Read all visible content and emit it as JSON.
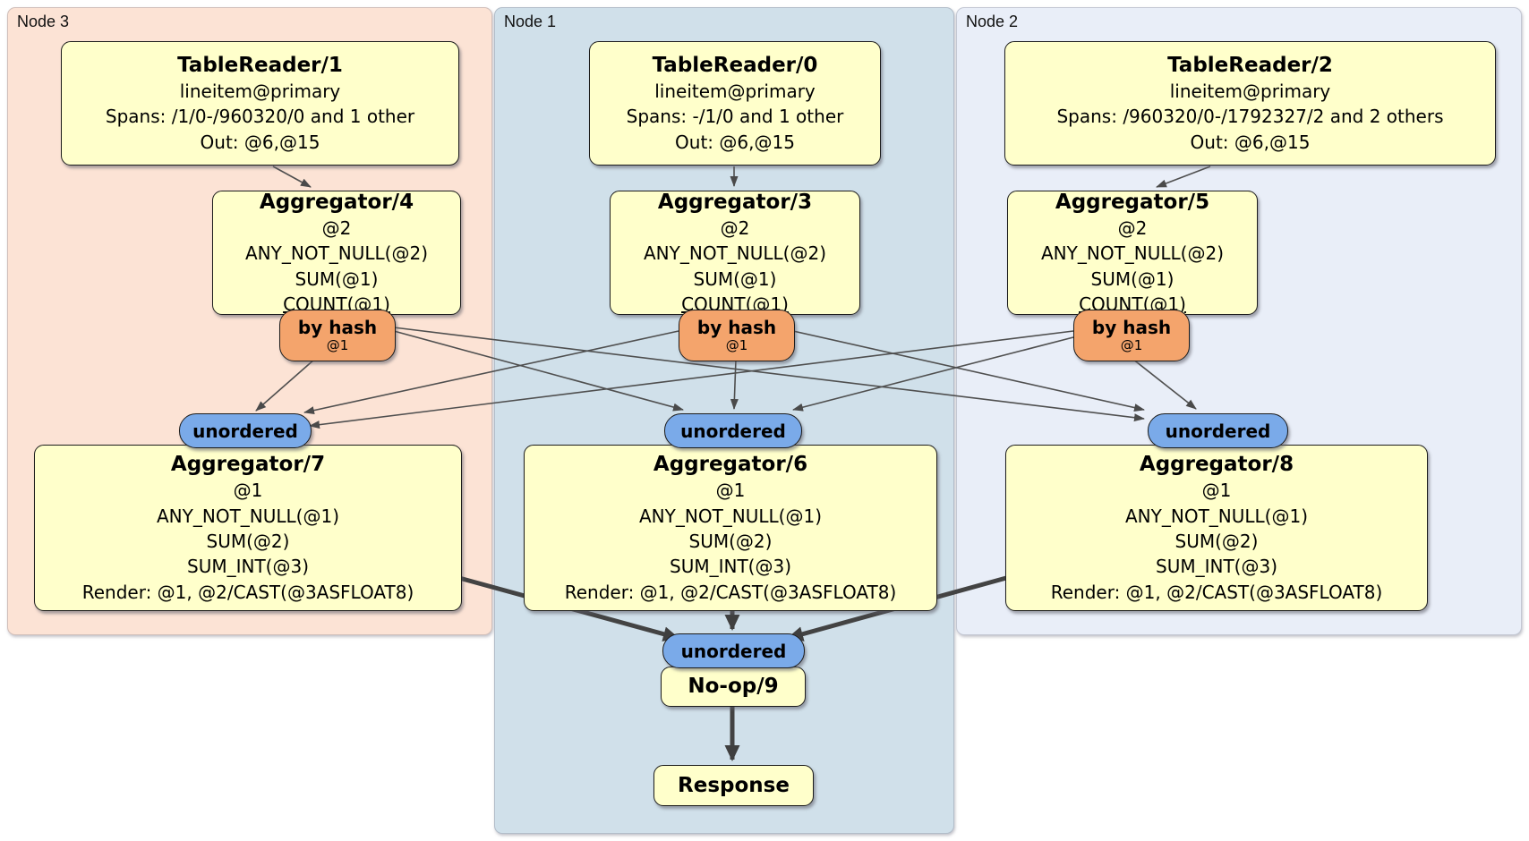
{
  "regions": {
    "node3": {
      "label": "Node 3"
    },
    "node1": {
      "label": "Node 1"
    },
    "node2": {
      "label": "Node 2"
    }
  },
  "processors": {
    "tr1": {
      "title": "TableReader/1",
      "lines": [
        "lineitem@primary",
        "Spans: /1/0-/960320/0 and 1 other",
        "Out: @6,@15"
      ]
    },
    "tr0": {
      "title": "TableReader/0",
      "lines": [
        "lineitem@primary",
        "Spans: -/1/0 and 1 other",
        "Out: @6,@15"
      ]
    },
    "tr2": {
      "title": "TableReader/2",
      "lines": [
        "lineitem@primary",
        "Spans: /960320/0-/1792327/2 and 2 others",
        "Out: @6,@15"
      ]
    },
    "agg4": {
      "title": "Aggregator/4",
      "lines": [
        "@2",
        "ANY_NOT_NULL(@2)",
        "SUM(@1)",
        "COUNT(@1)"
      ]
    },
    "agg3": {
      "title": "Aggregator/3",
      "lines": [
        "@2",
        "ANY_NOT_NULL(@2)",
        "SUM(@1)",
        "COUNT(@1)"
      ]
    },
    "agg5": {
      "title": "Aggregator/5",
      "lines": [
        "@2",
        "ANY_NOT_NULL(@2)",
        "SUM(@1)",
        "COUNT(@1)"
      ]
    },
    "agg7": {
      "title": "Aggregator/7",
      "lines": [
        "@1",
        "ANY_NOT_NULL(@1)",
        "SUM(@2)",
        "SUM_INT(@3)",
        "Render: @1, @2/CAST(@3ASFLOAT8)"
      ]
    },
    "agg6": {
      "title": "Aggregator/6",
      "lines": [
        "@1",
        "ANY_NOT_NULL(@1)",
        "SUM(@2)",
        "SUM_INT(@3)",
        "Render: @1, @2/CAST(@3ASFLOAT8)"
      ]
    },
    "agg8": {
      "title": "Aggregator/8",
      "lines": [
        "@1",
        "ANY_NOT_NULL(@1)",
        "SUM(@2)",
        "SUM_INT(@3)",
        "Render: @1, @2/CAST(@3ASFLOAT8)"
      ]
    },
    "noop": {
      "title": "No-op/9"
    },
    "response": {
      "title": "Response"
    }
  },
  "router": {
    "label": "by hash",
    "key": "@1"
  },
  "sync": {
    "label": "unordered"
  },
  "colors": {
    "node3_bg": "#fce3d5",
    "node1_bg": "#d0e0ea",
    "node2_bg": "#e9eef8",
    "box_fill": "#ffffcb",
    "router_fill": "#f4a46c",
    "sync_fill": "#7aaae9"
  }
}
